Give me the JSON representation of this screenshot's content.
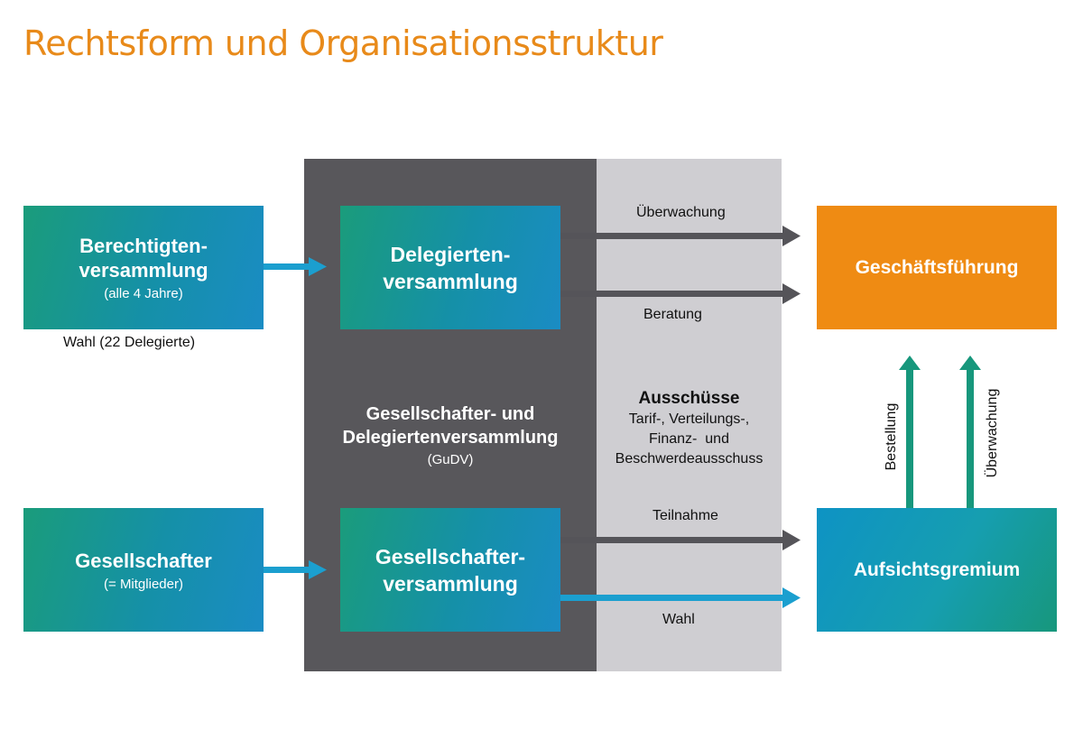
{
  "title": "Rechtsform und Organisationsstruktur",
  "berechtigten": {
    "line1": "Berechtigten-",
    "line2": "versammlung",
    "sub": "(alle 4 Jahre)"
  },
  "wahl_delegierte": "Wahl (22 Delegierte)",
  "gesellschafter": {
    "line1": "Gesellschafter",
    "sub": "(= Mitglieder)"
  },
  "delegierten": {
    "line1": "Delegierten-",
    "line2": "versammlung"
  },
  "gesellschafterversammlung": {
    "line1": "Gesellschafter-",
    "line2": "versammlung"
  },
  "gudv": {
    "line1": "Gesellschafter- und",
    "line2": "Delegiertenversammlung",
    "sub": "(GuDV)"
  },
  "ausschuesse": {
    "title": "Ausschüsse",
    "line1": "Tarif-, Verteilungs-,",
    "line2": "Finanz-  und",
    "line3": "Beschwerdeausschuss"
  },
  "arrows": {
    "ueberwachung": "Überwachung",
    "beratung": "Beratung",
    "teilnahme": "Teilnahme",
    "wahl": "Wahl",
    "bestellung": "Bestellung",
    "ueberwachung_vertical": "Überwachung"
  },
  "geschaeftsfuehrung": "Geschäftsführung",
  "aufsichtsgremium": "Aufsichtsgremium",
  "colors": {
    "title": "#e88a1a",
    "dark_panel": "#58575b",
    "light_panel": "#cfced2",
    "orange_box": "#ef8b13",
    "arrow_blue": "#1b9fcf",
    "arrow_dark": "#555459",
    "arrow_teal": "#17977c"
  }
}
